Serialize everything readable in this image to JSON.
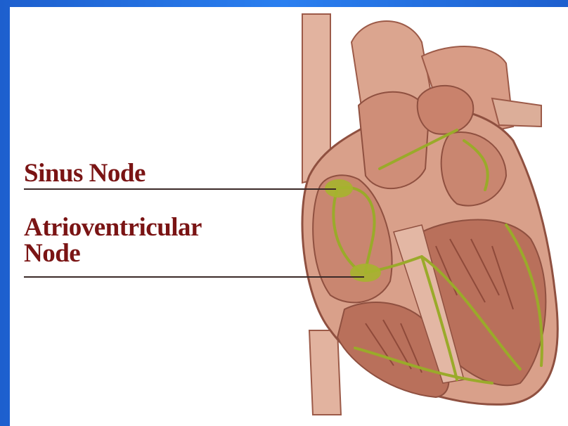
{
  "labels": {
    "sinus_node": "Sinus Node",
    "av_node_line1": "Atrioventricular",
    "av_node_line2": "Node"
  },
  "colors": {
    "frame_blue": "#1f6fd8",
    "panel_background": "#ffffff",
    "label_text": "#7a1414",
    "heart_tissue": "#d9a08a",
    "heart_dark": "#a8624f",
    "conduction_pathway": "#9aaa2a"
  }
}
